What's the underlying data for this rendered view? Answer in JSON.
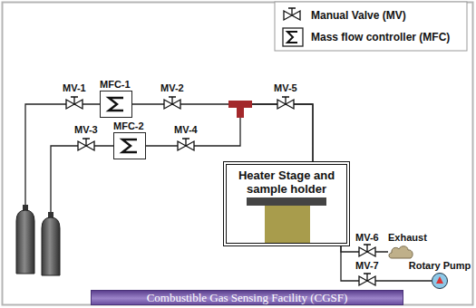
{
  "diagram": {
    "title": "Combustible Gas Sensing Facility (CGSF)",
    "nodes": [
      {
        "text": [
          "MFC-1"
        ]
      },
      {
        "text": [
          "MFC-2"
        ]
      },
      {
        "text": [
          "Heater Stage and sample holder"
        ]
      },
      {
        "text": [
          "Exhaust"
        ]
      },
      {
        "text": [
          "Rotary Pump"
        ]
      }
    ],
    "edges": [
      {
        "from": 0,
        "to": 2,
        "arrow": "none"
      },
      {
        "from": 1,
        "to": 2,
        "arrow": "none"
      },
      {
        "from": 2,
        "to": 3,
        "arrow": "none"
      },
      {
        "from": 2,
        "to": 4,
        "arrow": "none"
      }
    ],
    "labels": [
      "MV-1",
      "MV-2",
      "MV-3",
      "MV-4",
      "MV-5",
      "MV-6",
      "MV-7"
    ],
    "legend": [
      {
        "text": "Manual Valve (MV)"
      },
      {
        "text": "Mass flow controller (MFC)"
      }
    ]
  }
}
